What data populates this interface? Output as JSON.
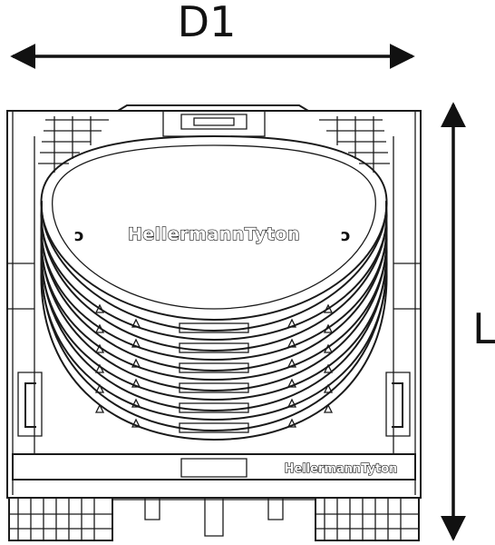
{
  "dimensions": {
    "width_label": "D1",
    "length_label": "L"
  },
  "branding": {
    "top_logo": "HellermannTyton",
    "bottom_logo": "HellermannTyton"
  },
  "part": {
    "stacked_ring_count": 6
  }
}
